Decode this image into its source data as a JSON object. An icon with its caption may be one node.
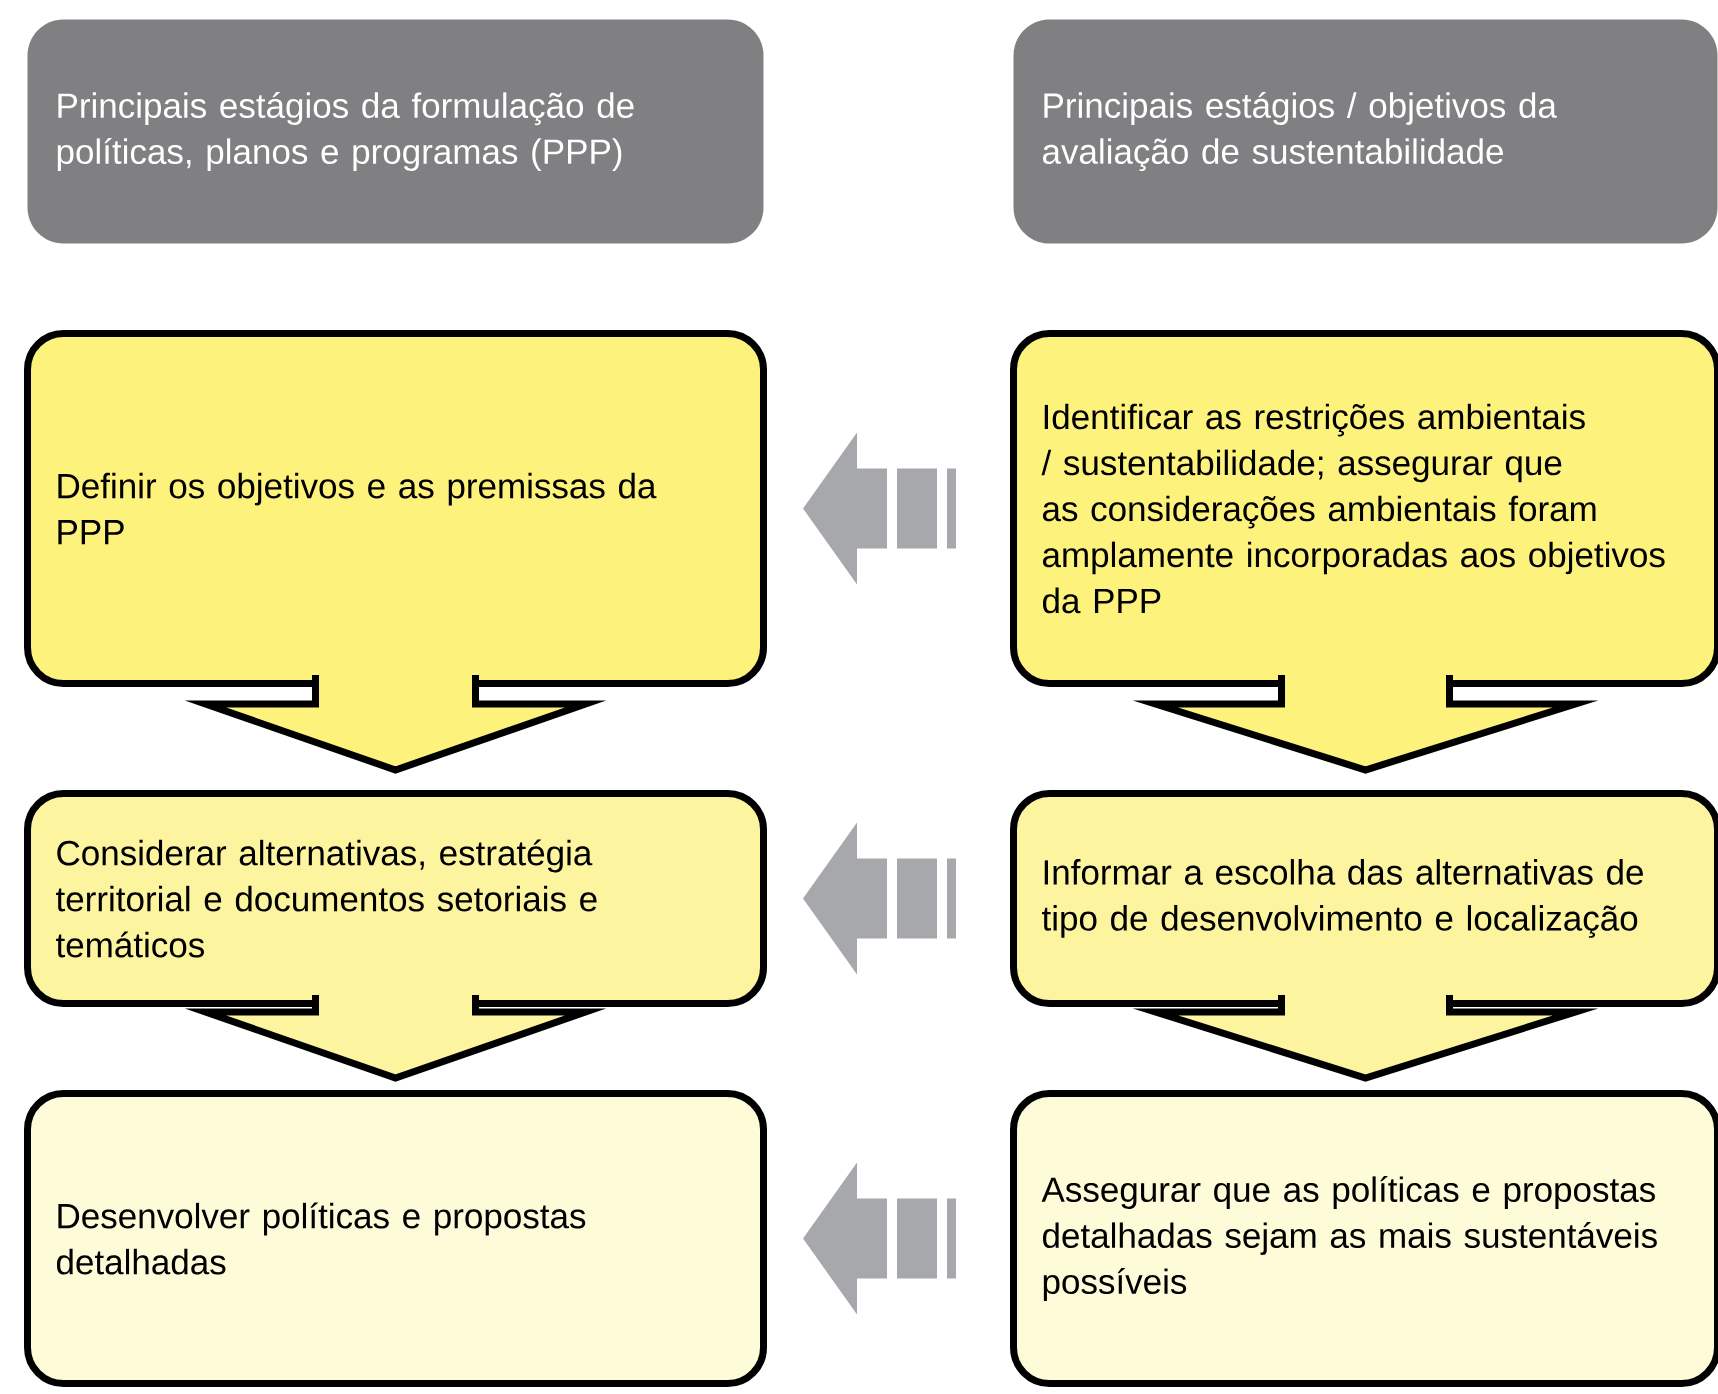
{
  "diagram": {
    "nodes": [
      {
        "text": [
          "Principais estágios da formulação de políticas, planos e programas (PPP)"
        ]
      },
      {
        "text": [
          "Principais estágios / objetivos da avaliação de sustentabilidade"
        ]
      },
      {
        "text": [
          "Definir os objetivos e as premissas da PPP"
        ]
      },
      {
        "text": [
          "Identificar as restrições ambientais / sustentabilidade; assegurar que as considerações ambientais foram amplamente incorporadas aos objetivos da PPP"
        ]
      },
      {
        "text": [
          "Considerar alternativas, estratégia territorial e documentos setoriais e temáticos"
        ]
      },
      {
        "text": [
          "Informar a escolha das alternativas de tipo de desenvolvimento e localização"
        ]
      },
      {
        "text": [
          "Desenvolver políticas e propostas detalhadas"
        ]
      },
      {
        "text": [
          "Assegurar que as políticas e propostas detalhadas sejam as mais sustentáveis possíveis"
        ]
      }
    ],
    "edges": [
      {
        "from": 2,
        "to": 4,
        "arrow": "to",
        "color": "#fdf27c"
      },
      {
        "from": 4,
        "to": 6,
        "arrow": "to",
        "color": "#fdf4a0"
      },
      {
        "from": 3,
        "to": 5,
        "arrow": "to",
        "color": "#fdf27c"
      },
      {
        "from": 5,
        "to": 7,
        "arrow": "to",
        "color": "#fdf4a0"
      },
      {
        "from": 3,
        "to": 2,
        "arrow": "to",
        "style": "dashed",
        "color": "#a7a8ab"
      },
      {
        "from": 5,
        "to": 4,
        "arrow": "to",
        "style": "dashed",
        "color": "#a7a8ab"
      },
      {
        "from": 7,
        "to": 6,
        "arrow": "to",
        "style": "dashed",
        "color": "#a7a8ab"
      }
    ]
  }
}
